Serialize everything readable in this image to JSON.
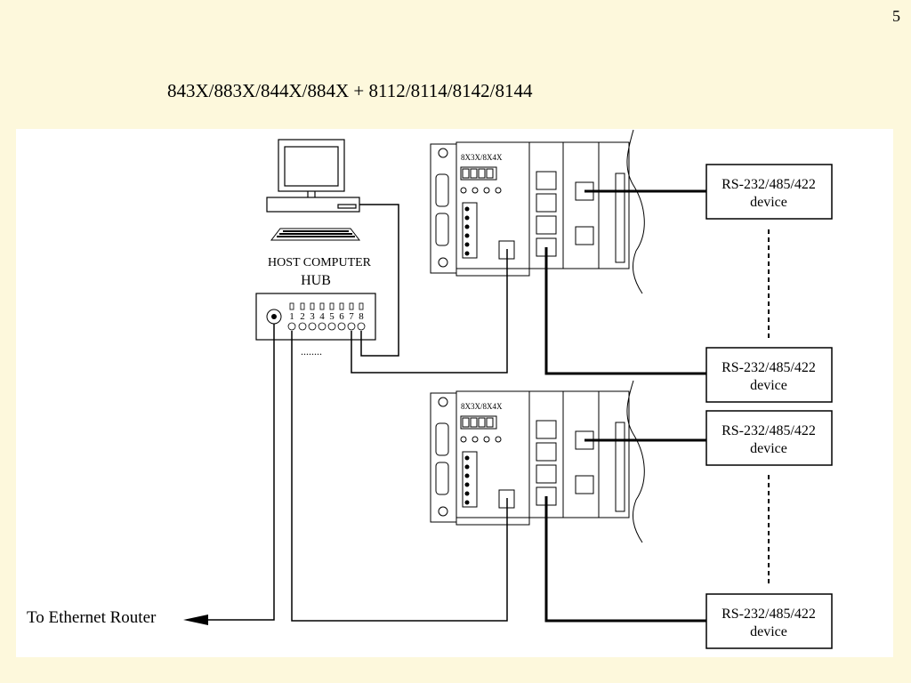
{
  "slide": {
    "page_number": "5",
    "title": "843X/883X/844X/884X + 8112/8114/8142/8144"
  },
  "diagram": {
    "host_label": "HOST COMPUTER",
    "hub_label": "HUB",
    "hub_ports": [
      "1",
      "2",
      "3",
      "4",
      "5",
      "6",
      "7",
      "8"
    ],
    "hub_ellipsis": "........",
    "controller_label": "8X3X/8X4X",
    "device_label_line1": "RS-232/485/422",
    "device_label_line2": "device",
    "ethernet_label": "To Ethernet Router"
  }
}
